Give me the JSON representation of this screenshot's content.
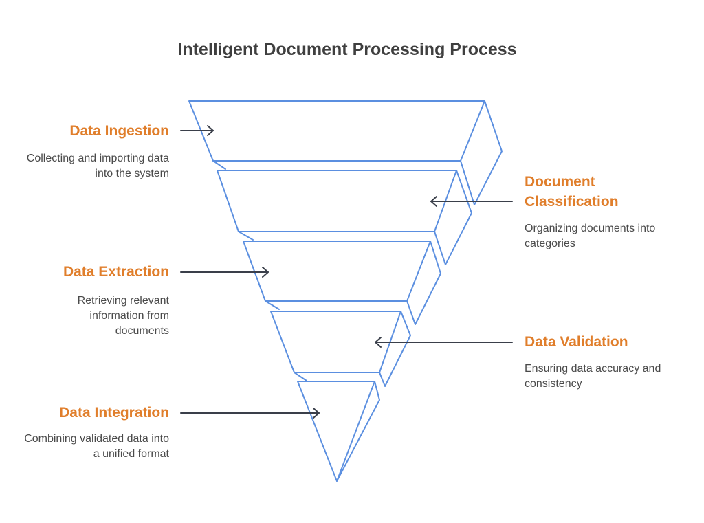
{
  "title": "Intelligent Document Processing Process",
  "colors": {
    "title": "#3f3f3f",
    "stage_title": "#e07e2b",
    "description": "#4a4a4a",
    "outline": "#5b8fe0",
    "arrow": "#3a3f4a"
  },
  "stages": [
    {
      "name": "Data Ingestion",
      "description": "Collecting and importing data into the system",
      "side": "left"
    },
    {
      "name": "Document Classification",
      "description": "Organizing documents into categories",
      "side": "right"
    },
    {
      "name": "Data Extraction",
      "description": "Retrieving relevant information from documents",
      "side": "left"
    },
    {
      "name": "Data Validation",
      "description": "Ensuring data accuracy and consistency",
      "side": "right"
    },
    {
      "name": "Data Integration",
      "description": "Combining validated data into a unified format",
      "side": "left"
    }
  ]
}
